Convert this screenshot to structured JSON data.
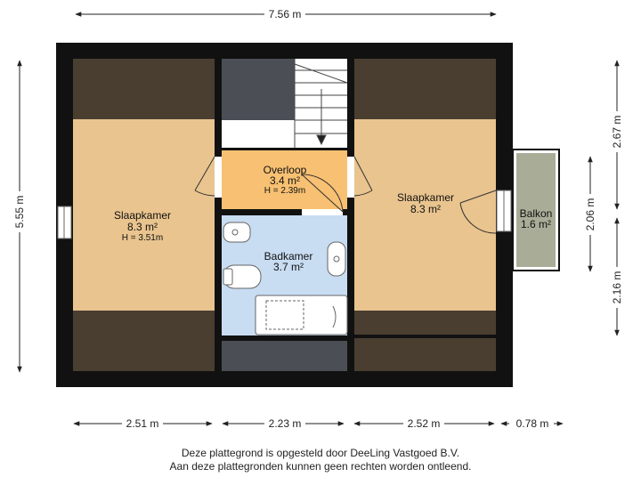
{
  "dimensions": {
    "top_total": "7.56 m",
    "left_total": "5.55 m",
    "right_upper": "2.67 m",
    "right_lower": "2.16 m",
    "balcony_height": "2.06 m",
    "bottom_left": "2.51 m",
    "bottom_middle": "2.23 m",
    "bottom_right": "2.52 m",
    "bottom_balcony": "0.78 m"
  },
  "rooms": {
    "bedroom_left": {
      "name": "Slaapkamer",
      "area": "8.3 m²",
      "height": "H = 3.51m"
    },
    "landing": {
      "name": "Overloop",
      "area": "3.4 m²",
      "height": "H = 2.39m"
    },
    "bathroom": {
      "name": "Badkamer",
      "area": "3.7 m²"
    },
    "bedroom_right": {
      "name": "Slaapkamer",
      "area": "8.3 m²"
    },
    "balcony": {
      "name": "Balkon",
      "area": "1.6 m²"
    }
  },
  "footer": {
    "line1": "Deze plattegrond is opgesteld door DeeLing Vastgoed B.V.",
    "line2": "Aan deze plattegronden kunnen geen rechten worden ontleend."
  },
  "colors": {
    "wall": "#111111",
    "bedroom": "#e9c48e",
    "landing": "#f7c072",
    "bathroom": "#c8dcf2",
    "slope": "#4a3e31",
    "stairs_dark": "#4b4e55",
    "balcony": "#a9ad98"
  }
}
